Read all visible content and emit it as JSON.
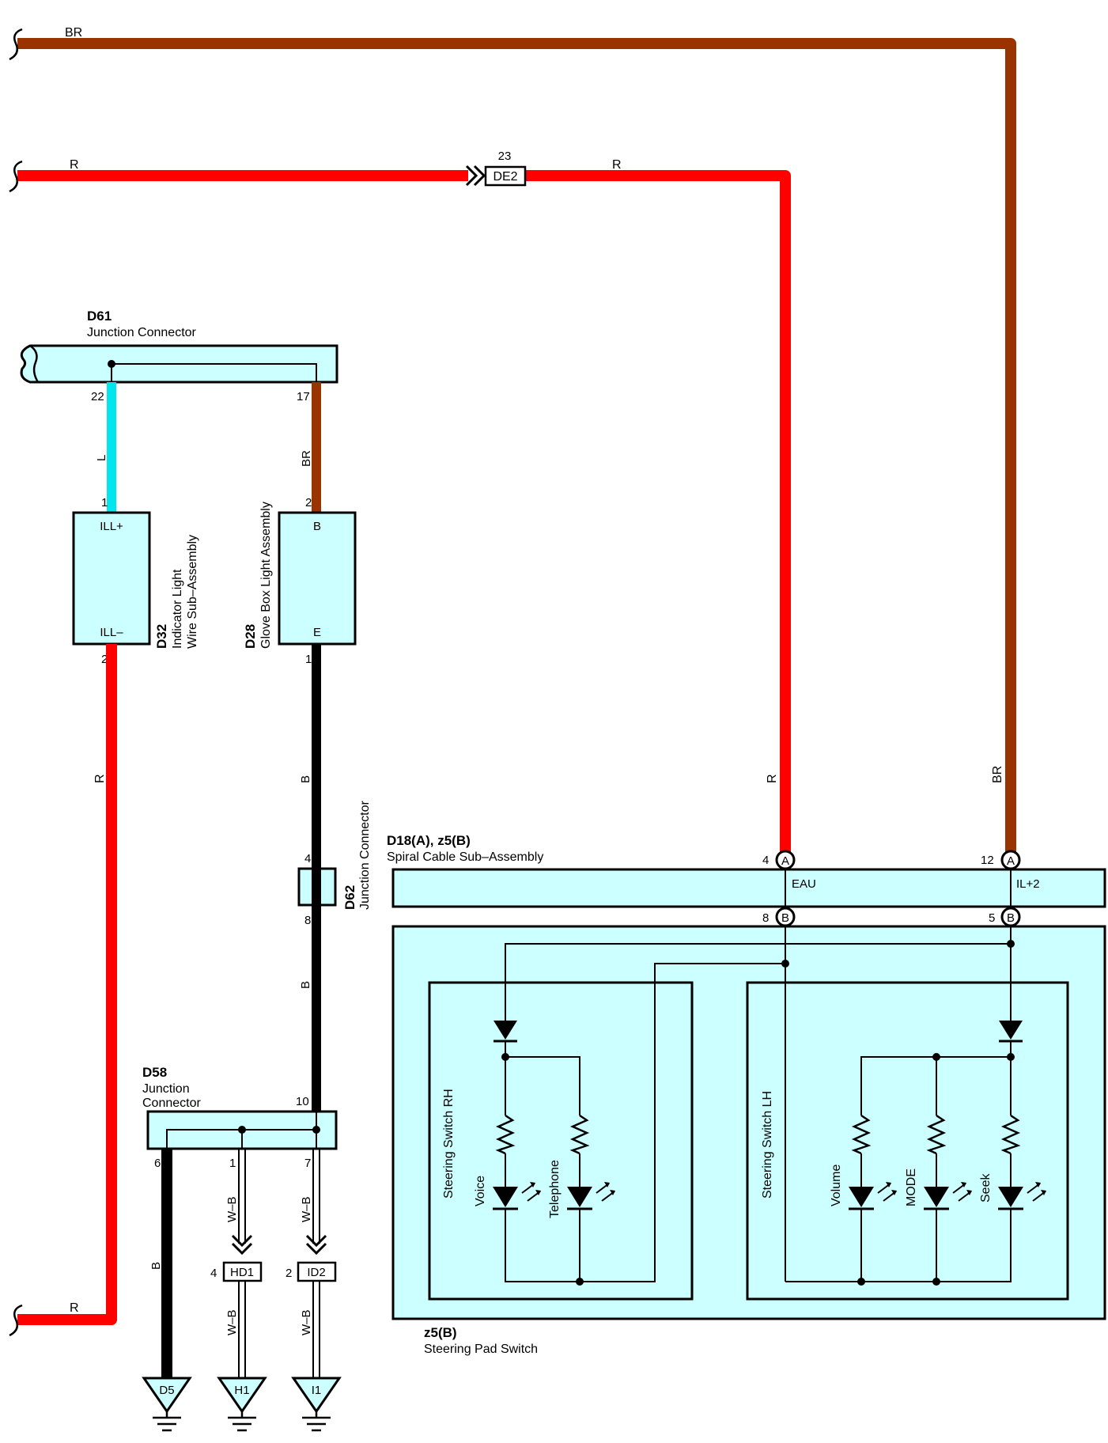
{
  "colors": {
    "brown": "#993300",
    "red": "#ff0000",
    "cyan": "#00e5ee",
    "black": "#000000",
    "box_fill": "#ccffff"
  },
  "wires": {
    "br": "BR",
    "r": "R",
    "l": "L",
    "b": "B",
    "wb": "W–B"
  },
  "pins": {
    "de2_23": "23",
    "d61_22": "22",
    "d61_17": "17",
    "d32_1": "1",
    "d32_2": "2",
    "d28_2": "2",
    "d28_1": "1",
    "d62_4": "4",
    "d62_8": "8",
    "d58_10": "10",
    "d58_6": "6",
    "d58_1": "1",
    "d58_7": "7",
    "hd1_4": "4",
    "id2_2": "2",
    "d18_4": "4",
    "d18_12": "12",
    "z5_8": "8",
    "z5_5": "5",
    "conn_a": "A",
    "conn_b": "B"
  },
  "connectors": {
    "de2": "DE2",
    "hd1": "HD1",
    "id2": "ID2"
  },
  "grounds": {
    "d5": "D5",
    "h1": "H1",
    "i1": "I1"
  },
  "d61": {
    "code": "D61",
    "name": "Junction Connector"
  },
  "d32": {
    "code": "D32",
    "name_line1": "Indicator Light",
    "name_line2": "Wire Sub–Assembly",
    "pin_top": "ILL+",
    "pin_bottom": "ILL–"
  },
  "d28": {
    "code": "D28",
    "name": "Glove Box Light Assembly",
    "pin_top": "B",
    "pin_bottom": "E"
  },
  "d62": {
    "code": "D62",
    "name": "Junction Connector"
  },
  "d58": {
    "code": "D58",
    "name_line1": "Junction",
    "name_line2": "Connector"
  },
  "d18": {
    "code": "D18(A), z5(B)",
    "name": "Spiral Cable Sub–Assembly",
    "pin_eau": "EAU",
    "pin_il2": "IL+2"
  },
  "z5": {
    "code": "z5(B)",
    "name": "Steering Pad Switch"
  },
  "switch_rh": {
    "name": "Steering Switch RH",
    "voice": "Voice",
    "telephone": "Telephone"
  },
  "switch_lh": {
    "name": "Steering Switch LH",
    "volume": "Volume",
    "mode": "MODE",
    "seek": "Seek"
  }
}
